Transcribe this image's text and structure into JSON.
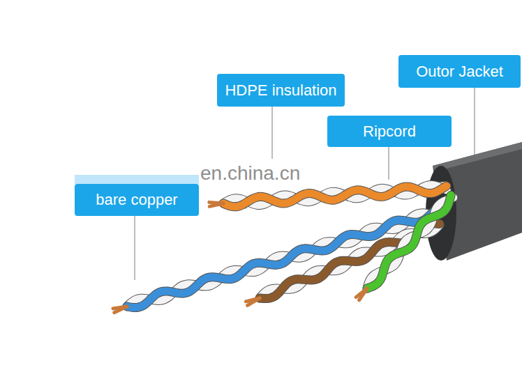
{
  "diagram": {
    "nodes": [
      {
        "text": [
          "Outor Jacket"
        ]
      },
      {
        "text": [
          "HDPE insulation"
        ]
      },
      {
        "text": [
          "Ripcord"
        ]
      },
      {
        "text": [
          "bare copper"
        ]
      }
    ],
    "labels": [
      "en.china.cn"
    ]
  }
}
